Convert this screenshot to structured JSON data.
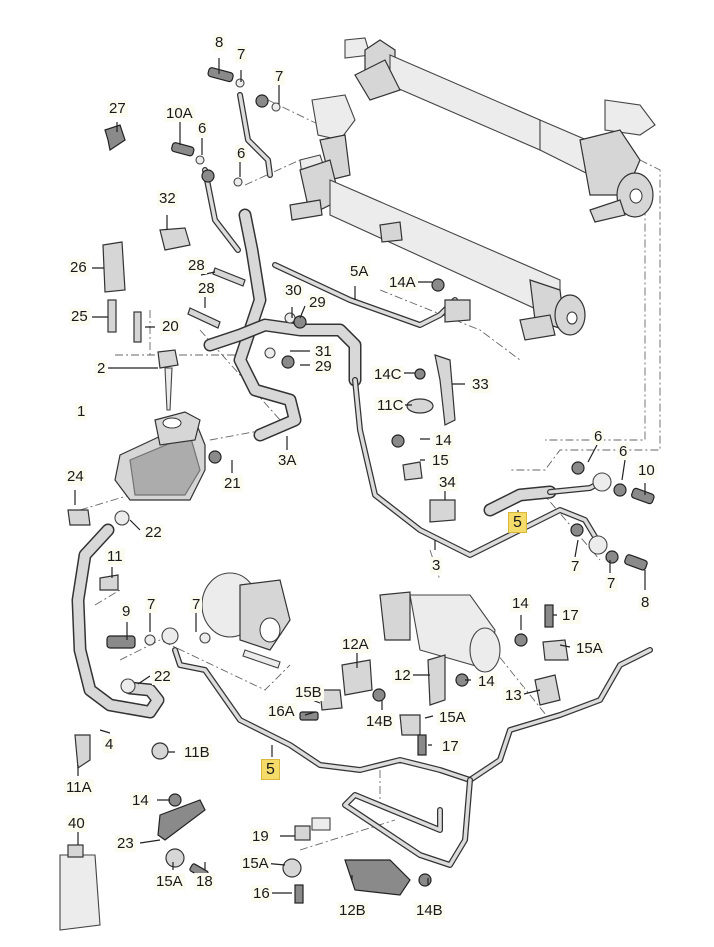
{
  "title": "Power steering system exploded parts diagram",
  "labels": [
    {
      "id": "l-8-top",
      "text": "8",
      "highlight": false
    },
    {
      "id": "l-7-top-a",
      "text": "7",
      "highlight": false
    },
    {
      "id": "l-7-top-b",
      "text": "7",
      "highlight": false
    },
    {
      "id": "l-27",
      "text": "27",
      "highlight": false
    },
    {
      "id": "l-10a",
      "text": "10A",
      "highlight": false
    },
    {
      "id": "l-6-a",
      "text": "6",
      "highlight": false
    },
    {
      "id": "l-6-b",
      "text": "6",
      "highlight": false
    },
    {
      "id": "l-32",
      "text": "32",
      "highlight": false
    },
    {
      "id": "l-26",
      "text": "26",
      "highlight": false
    },
    {
      "id": "l-28-a",
      "text": "28",
      "highlight": false
    },
    {
      "id": "l-28-b",
      "text": "28",
      "highlight": false
    },
    {
      "id": "l-25",
      "text": "25",
      "highlight": false
    },
    {
      "id": "l-20",
      "text": "20",
      "highlight": false
    },
    {
      "id": "l-30",
      "text": "30",
      "highlight": false
    },
    {
      "id": "l-29-a",
      "text": "29",
      "highlight": false
    },
    {
      "id": "l-31",
      "text": "31",
      "highlight": false
    },
    {
      "id": "l-29-b",
      "text": "29",
      "highlight": false
    },
    {
      "id": "l-5a",
      "text": "5A",
      "highlight": false
    },
    {
      "id": "l-14a",
      "text": "14A",
      "highlight": false
    },
    {
      "id": "l-2",
      "text": "2",
      "highlight": false
    },
    {
      "id": "l-1",
      "text": "1",
      "highlight": false
    },
    {
      "id": "l-14c",
      "text": "14C",
      "highlight": false
    },
    {
      "id": "l-33",
      "text": "33",
      "highlight": false
    },
    {
      "id": "l-11c",
      "text": "11C",
      "highlight": false
    },
    {
      "id": "l-3a",
      "text": "3A",
      "highlight": false
    },
    {
      "id": "l-21",
      "text": "21",
      "highlight": false
    },
    {
      "id": "l-14-a",
      "text": "14",
      "highlight": false
    },
    {
      "id": "l-15",
      "text": "15",
      "highlight": false
    },
    {
      "id": "l-24",
      "text": "24",
      "highlight": false
    },
    {
      "id": "l-22-a",
      "text": "22",
      "highlight": false
    },
    {
      "id": "l-34",
      "text": "34",
      "highlight": false
    },
    {
      "id": "l-6-c",
      "text": "6",
      "highlight": false
    },
    {
      "id": "l-6-d",
      "text": "6",
      "highlight": false
    },
    {
      "id": "l-10",
      "text": "10",
      "highlight": false
    },
    {
      "id": "l-5-right",
      "text": "5",
      "highlight": true
    },
    {
      "id": "l-3",
      "text": "3",
      "highlight": false
    },
    {
      "id": "l-7-r-a",
      "text": "7",
      "highlight": false
    },
    {
      "id": "l-7-r-b",
      "text": "7",
      "highlight": false
    },
    {
      "id": "l-8-r",
      "text": "8",
      "highlight": false
    },
    {
      "id": "l-11",
      "text": "11",
      "highlight": false
    },
    {
      "id": "l-9",
      "text": "9",
      "highlight": false
    },
    {
      "id": "l-7-l-a",
      "text": "7",
      "highlight": false
    },
    {
      "id": "l-7-l-b",
      "text": "7",
      "highlight": false
    },
    {
      "id": "l-14-b",
      "text": "14",
      "highlight": false
    },
    {
      "id": "l-17-a",
      "text": "17",
      "highlight": false
    },
    {
      "id": "l-15a-a",
      "text": "15A",
      "highlight": false
    },
    {
      "id": "l-12a",
      "text": "12A",
      "highlight": false
    },
    {
      "id": "l-12",
      "text": "12",
      "highlight": false
    },
    {
      "id": "l-14-c",
      "text": "14",
      "highlight": false
    },
    {
      "id": "l-13",
      "text": "13",
      "highlight": false
    },
    {
      "id": "l-22-b",
      "text": "22",
      "highlight": false
    },
    {
      "id": "l-15b",
      "text": "15B",
      "highlight": false
    },
    {
      "id": "l-16a",
      "text": "16A",
      "highlight": false
    },
    {
      "id": "l-14b-a",
      "text": "14B",
      "highlight": false
    },
    {
      "id": "l-15a-b",
      "text": "15A",
      "highlight": false
    },
    {
      "id": "l-4",
      "text": "4",
      "highlight": false
    },
    {
      "id": "l-11b",
      "text": "11B",
      "highlight": false
    },
    {
      "id": "l-17-b",
      "text": "17",
      "highlight": false
    },
    {
      "id": "l-5-left",
      "text": "5",
      "highlight": true
    },
    {
      "id": "l-11a",
      "text": "11A",
      "highlight": false
    },
    {
      "id": "l-14-d",
      "text": "14",
      "highlight": false
    },
    {
      "id": "l-40",
      "text": "40",
      "highlight": false
    },
    {
      "id": "l-23",
      "text": "23",
      "highlight": false
    },
    {
      "id": "l-19",
      "text": "19",
      "highlight": false
    },
    {
      "id": "l-15a-c",
      "text": "15A",
      "highlight": false
    },
    {
      "id": "l-15a-d",
      "text": "15A",
      "highlight": false
    },
    {
      "id": "l-18",
      "text": "18",
      "highlight": false
    },
    {
      "id": "l-16",
      "text": "16",
      "highlight": false
    },
    {
      "id": "l-12b",
      "text": "12B",
      "highlight": false
    },
    {
      "id": "l-14b-b",
      "text": "14B",
      "highlight": false
    }
  ],
  "colors": {
    "label_bg": "#fbfbef",
    "highlight_bg": "#f5dc6a",
    "line": "#333333",
    "part_fill": "#d6d6d6"
  }
}
